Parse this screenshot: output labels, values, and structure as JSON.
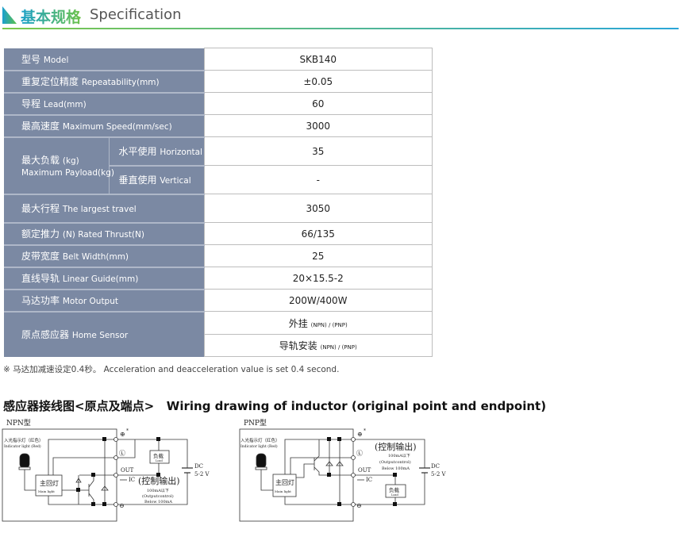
{
  "header": {
    "title_cn": "基本规格",
    "title_en": "Specification"
  },
  "spec": {
    "model": {
      "cn": "型号",
      "en": "Model",
      "value": "SKB140"
    },
    "repeatability": {
      "cn": "重复定位精度",
      "en": "Repeatability(mm)",
      "value": "±0.05"
    },
    "lead": {
      "cn": "导程",
      "en": "Lead(mm)",
      "value": "60"
    },
    "speed": {
      "cn": "最高速度",
      "en": "Maximum Speed(mm/sec)",
      "value": "3000"
    },
    "payload": {
      "cn": "最大负载",
      "cn_unit": "(kg)",
      "en": "Maximum Payload(kg)",
      "horizontal_cn": "水平使用",
      "horizontal_en": "Horizontal",
      "horizontal_value": "35",
      "vertical_cn": "垂直使用",
      "vertical_en": "Vertical",
      "vertical_value": "-"
    },
    "travel": {
      "cn": "最大行程",
      "en": "The largest travel",
      "value": "3050"
    },
    "thrust": {
      "cn": "额定推力",
      "en": "(N) Rated Thrust(N)",
      "value": "66/135"
    },
    "belt": {
      "cn": "皮带宽度",
      "en": "Belt Width(mm)",
      "value": "25"
    },
    "guide": {
      "cn": "直线导轨",
      "en": "Linear Guide(mm)",
      "value": "20×15.5-2"
    },
    "motor": {
      "cn": "马达功率",
      "en": "Motor Output",
      "value": "200W/400W"
    },
    "sensor": {
      "cn": "原点感应器",
      "en": "Home Sensor",
      "ext_cn": "外挂",
      "ext_type": "(NPN) / (PNP)",
      "rail_cn": "导轨安装",
      "rail_type": "(NPN) / (PNP)"
    }
  },
  "note": "※ 马达加减速设定0.4秒。 Acceleration and deacceleration value is set 0.4 second.",
  "wiring": {
    "title": "感应器接线图<原点及端点>   Wiring drawing of inductor (original point and endpoint)",
    "npn": {
      "title": "NPN型"
    },
    "pnp": {
      "title": "PNP型"
    },
    "indicator_cn": "入光指示灯（红色）",
    "indicator_en": "Indicator light (Red)",
    "main_cn": "主回灯",
    "main_en": "Main light",
    "load_cn": "负载",
    "load_en": "Load",
    "out": "OUT",
    "ic": "IC",
    "plus": "⊕",
    "star": "*",
    "l": "Ⓛ",
    "minus": "⊖",
    "control_cn": "(控制输出)",
    "limit_cn": "100mA以下",
    "control_en": "(Outputcontrol)",
    "limit_en": "Below 100mA",
    "dc": "DC",
    "voltage": "5-2 V"
  }
}
